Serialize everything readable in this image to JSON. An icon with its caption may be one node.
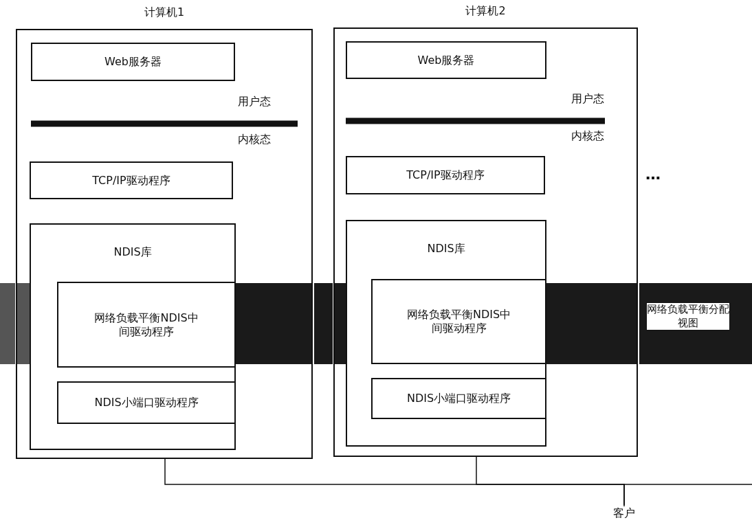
{
  "diagram": {
    "nodes": [
      {
        "text": [
          "计算机1"
        ]
      },
      {
        "text": [
          "Web服务器"
        ],
        "in": 0
      },
      {
        "text": [
          "TCP/IP驱动程序"
        ],
        "in": 0
      },
      {
        "text": [
          "NDIS库"
        ],
        "in": 0
      },
      {
        "text": [
          "网络负载平衡NDIS中间驱动程序"
        ],
        "in": 3
      },
      {
        "text": [
          "NDIS小端口驱动程序"
        ],
        "in": 3
      },
      {
        "text": [
          "计算机2"
        ]
      },
      {
        "text": [
          "Web服务器"
        ],
        "in": 6
      },
      {
        "text": [
          "TCP/IP驱动程序"
        ],
        "in": 6
      },
      {
        "text": [
          "NDIS库"
        ],
        "in": 6
      },
      {
        "text": [
          "网络负载平衡NDIS中间驱动程序"
        ],
        "in": 9
      },
      {
        "text": [
          "NDIS小端口驱动程序"
        ],
        "in": 9
      },
      {
        "text": [
          "网络负载平衡分配视图"
        ]
      },
      {
        "text": [
          "客户"
        ]
      },
      {
        "text": [],
        "shape": "bar"
      },
      {
        "text": [],
        "shape": "bar",
        "in": 0
      },
      {
        "text": [],
        "shape": "bar",
        "in": 0
      },
      {
        "text": [],
        "shape": "bar"
      },
      {
        "text": [],
        "shape": "bar",
        "in": 6
      },
      {
        "text": [],
        "shape": "bar",
        "in": 6
      }
    ],
    "edges": [
      {
        "from": 0,
        "to": 13,
        "arrow": "none"
      },
      {
        "from": 6,
        "to": 13,
        "arrow": "none"
      },
      {
        "from": 13,
        "to": null,
        "arrow": "none"
      }
    ],
    "labels": [
      "用户态",
      "内核态",
      "用户态",
      "内核态",
      "…"
    ]
  }
}
